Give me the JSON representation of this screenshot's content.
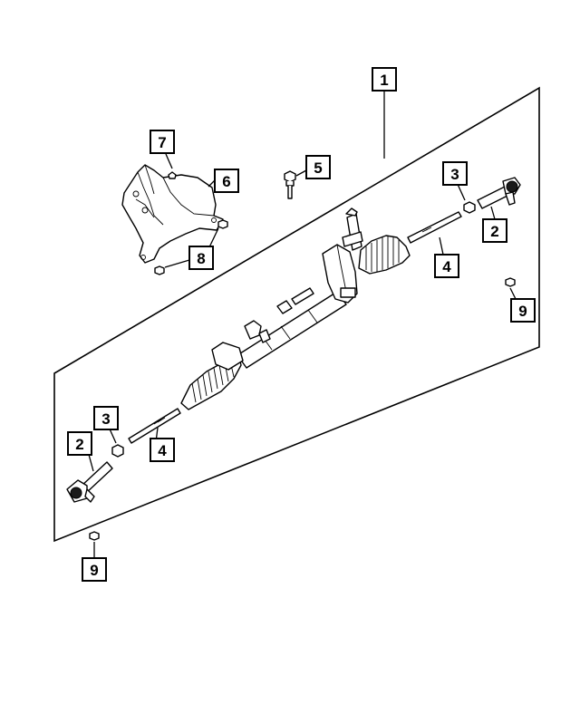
{
  "callouts": {
    "c1": "1",
    "c2a": "2",
    "c2b": "2",
    "c3a": "3",
    "c3b": "3",
    "c4a": "4",
    "c4b": "4",
    "c5": "5",
    "c6": "6",
    "c7": "7",
    "c8": "8",
    "c9a": "9",
    "c9b": "9"
  }
}
